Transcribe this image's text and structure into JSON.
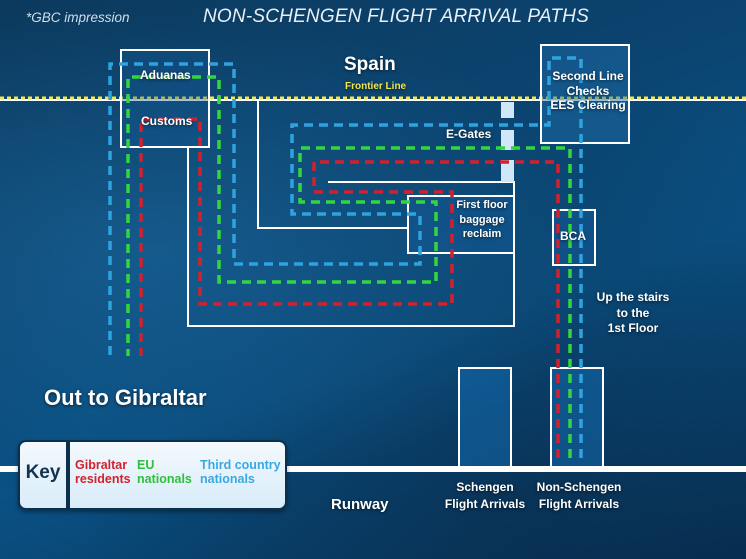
{
  "header": {
    "title": "NON-SCHENGEN FLIGHT ARRIVAL PATHS",
    "note": "*GBC impression"
  },
  "labels": {
    "spain": "Spain",
    "frontier_line": "Frontier Line",
    "aduanas": "Aduanas",
    "customs": "Customs",
    "second_line_1": "Second Line",
    "second_line_2": "Checks",
    "second_line_3": "EES Clearing",
    "egates": "E-Gates",
    "baggage_1": "First floor",
    "baggage_2": "baggage",
    "baggage_3": "reclaim",
    "bca": "BCA",
    "stairs_1": "Up the stairs",
    "stairs_2": "to the",
    "stairs_3": "1st Floor",
    "out": "Out to Gibraltar",
    "runway": "Runway",
    "schengen_1": "Schengen",
    "schengen_2": "Flight Arrivals",
    "nonschengen_1": "Non-Schengen",
    "nonschengen_2": "Flight Arrivals"
  },
  "key": {
    "label": "Key",
    "items": [
      {
        "line1": "Gibraltar",
        "line2": "residents",
        "color": "#d4202c"
      },
      {
        "line1": "EU",
        "line2": "nationals",
        "color": "#2fbf3a"
      },
      {
        "line1": "Third country",
        "line2": "nationals",
        "color": "#3aa8e0"
      }
    ]
  },
  "colors": {
    "gibraltar_residents": "#d4202c",
    "eu_nationals": "#33d63f",
    "third_country": "#2ea3e0",
    "frontier": "#f2e64a",
    "walls": "#ffffff"
  }
}
